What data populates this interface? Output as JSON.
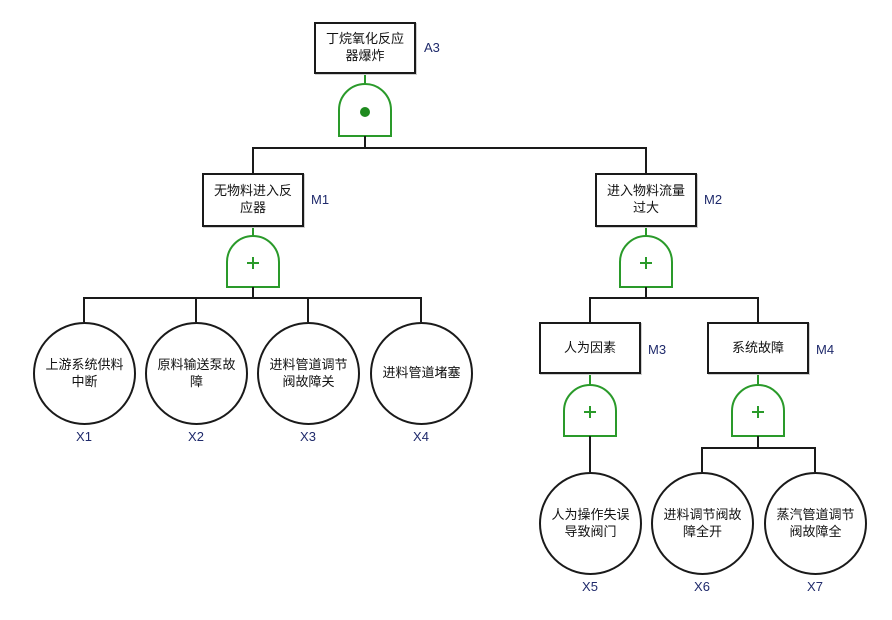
{
  "diagram": {
    "type": "fault-tree",
    "colors": {
      "gate": "#2a9a2a",
      "line": "#1a1a1a",
      "id_label": "#1f2a6b"
    },
    "top_event": {
      "id": "A3",
      "label": "丁烷氧化反应器爆炸",
      "gate": "and",
      "gate_icon": "dot-icon"
    },
    "intermediate_events": [
      {
        "id": "M1",
        "label": "无物料进入反应器",
        "gate": "or",
        "gate_icon": "plus-icon"
      },
      {
        "id": "M2",
        "label": "进入物料流量过大",
        "gate": "or",
        "gate_icon": "plus-icon"
      },
      {
        "id": "M3",
        "label": "人为因素",
        "gate": "or",
        "gate_icon": "plus-icon"
      },
      {
        "id": "M4",
        "label": "系统故障",
        "gate": "or",
        "gate_icon": "plus-icon"
      }
    ],
    "basic_events": [
      {
        "id": "X1",
        "label": "上游系统供料中断",
        "parent": "M1"
      },
      {
        "id": "X2",
        "label": "原料输送泵故障",
        "parent": "M1"
      },
      {
        "id": "X3",
        "label": "进料管道调节阀故障关",
        "parent": "M1"
      },
      {
        "id": "X4",
        "label": "进料管道堵塞",
        "parent": "M1"
      },
      {
        "id": "X5",
        "label": "人为操作失误导致阀门",
        "parent": "M3"
      },
      {
        "id": "X6",
        "label": "进料调节阀故障全开",
        "parent": "M4"
      },
      {
        "id": "X7",
        "label": "蒸汽管道调节阀故障全",
        "parent": "M4"
      }
    ],
    "edges": [
      [
        "A3",
        "M1"
      ],
      [
        "A3",
        "M2"
      ],
      [
        "M1",
        "X1"
      ],
      [
        "M1",
        "X2"
      ],
      [
        "M1",
        "X3"
      ],
      [
        "M1",
        "X4"
      ],
      [
        "M2",
        "M3"
      ],
      [
        "M2",
        "M4"
      ],
      [
        "M3",
        "X5"
      ],
      [
        "M4",
        "X6"
      ],
      [
        "M4",
        "X7"
      ]
    ]
  }
}
